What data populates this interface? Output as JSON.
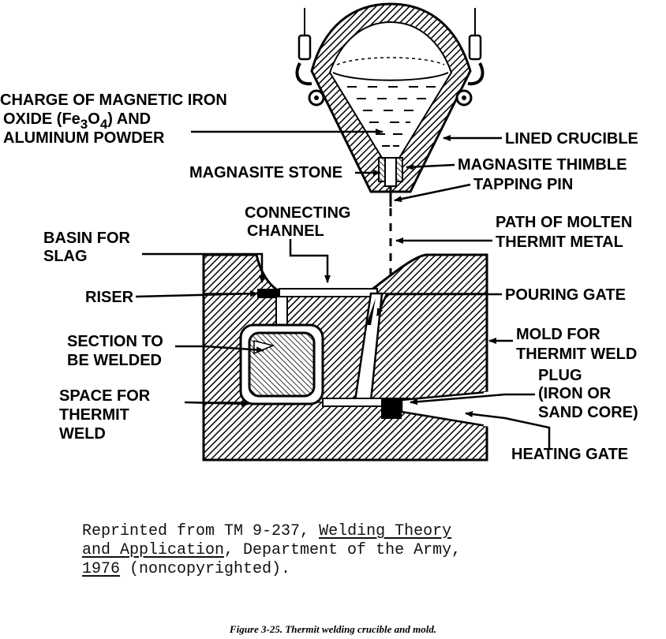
{
  "labels": {
    "charge_line1": "CHARGE OF MAGNETIC IRON",
    "charge_line2a": "OXIDE (Fe",
    "charge_sub3": "3",
    "charge_line2b": "O",
    "charge_sub4": "4",
    "charge_line2c": ") AND",
    "charge_line3": "ALUMINUM POWDER",
    "lined_crucible": "LINED CRUCIBLE",
    "magnasite_stone": "MAGNASITE STONE",
    "magnasite_thimble": "MAGNASITE THIMBLE",
    "tapping_pin": "TAPPING PIN",
    "connecting_channel_1": "CONNECTING",
    "connecting_channel_2": "CHANNEL",
    "path_molten_1": "PATH OF MOLTEN",
    "path_molten_2": "THERMIT METAL",
    "basin_slag_1": "BASIN FOR",
    "basin_slag_2": "SLAG",
    "riser": "RISER",
    "pouring_gate": "POURING GATE",
    "section_welded_1": "SECTION TO",
    "section_welded_2": "BE WELDED",
    "mold_1": "MOLD FOR",
    "mold_2": "THERMIT WELD",
    "plug_1": "PLUG",
    "plug_2": "(IRON OR",
    "plug_3": "SAND CORE)",
    "space_1": "SPACE FOR",
    "space_2": "THERMIT",
    "space_3": "WELD",
    "heating_gate": "HEATING GATE"
  },
  "credit": {
    "line1a": "Reprinted from TM 9-237, ",
    "line1b": "Welding Theory",
    "line2a": "and Application",
    "line2b": ", Department of the Army,",
    "line3a": "1976",
    "line3b": " (noncopyrighted)."
  },
  "caption": "Figure 3-25. Thermit welding crucible and mold."
}
